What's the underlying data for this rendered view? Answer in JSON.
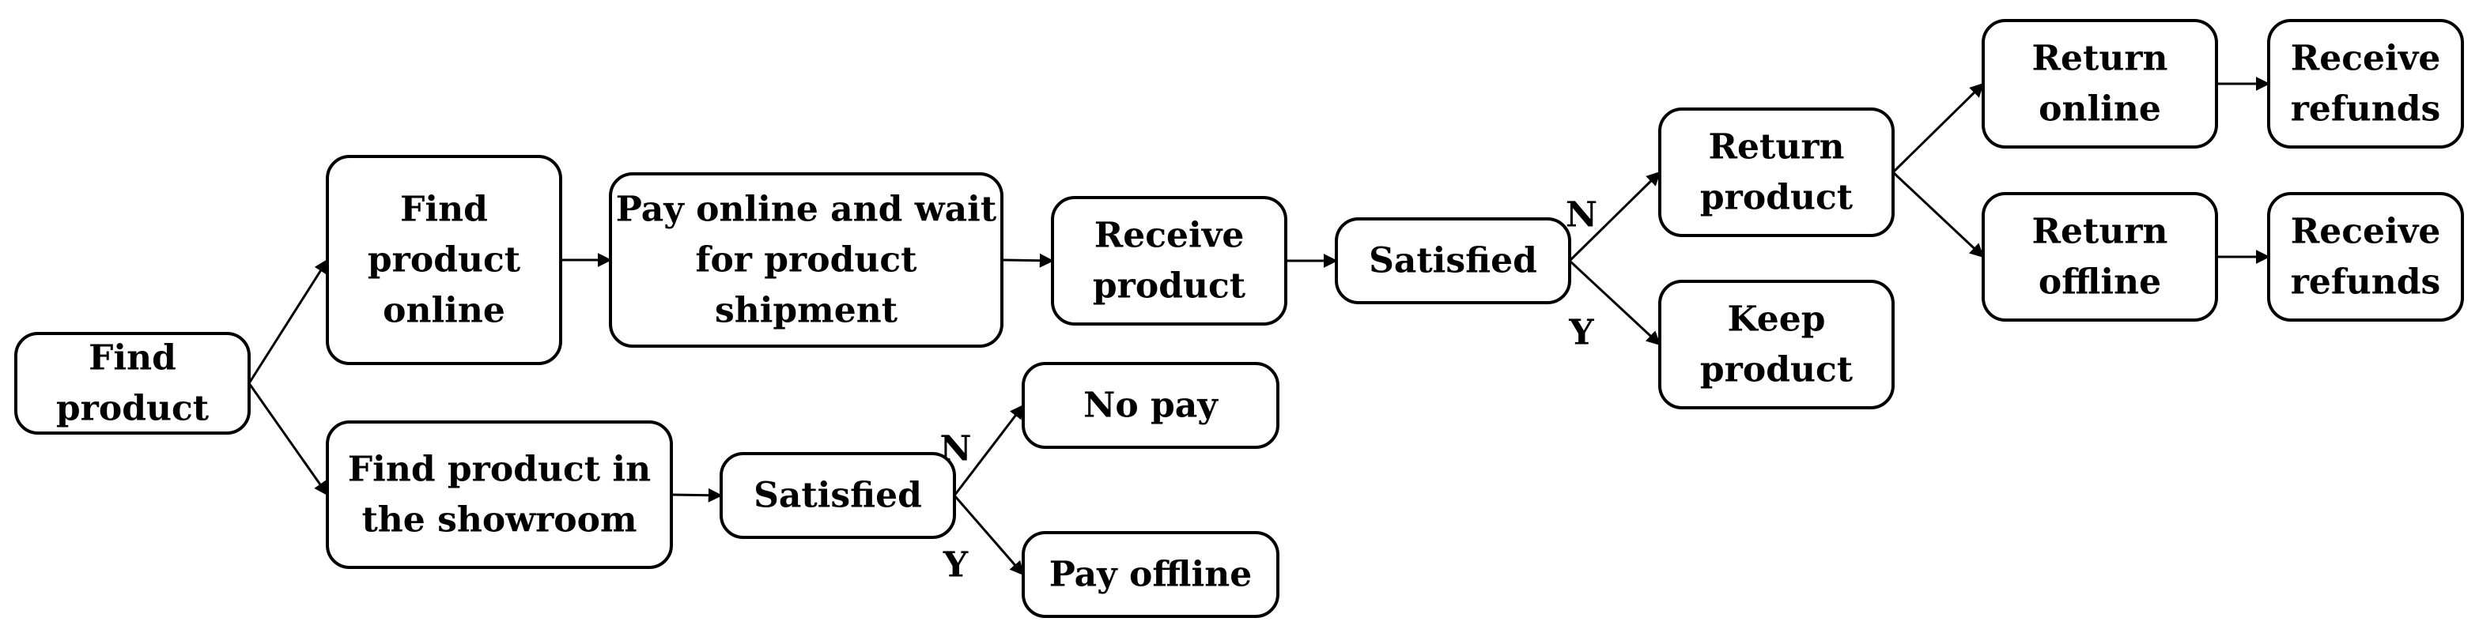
{
  "nodes": [
    {
      "id": "find-product",
      "lines": [
        "Find",
        "product"
      ]
    },
    {
      "id": "find-product-online",
      "lines": [
        "Find",
        "product",
        "online"
      ]
    },
    {
      "id": "pay-online-wait",
      "lines": [
        "Pay online and wait",
        "for product",
        "shipment"
      ]
    },
    {
      "id": "receive-product",
      "lines": [
        "Receive",
        "product"
      ]
    },
    {
      "id": "satisfied-online",
      "lines": [
        "Satisfied"
      ]
    },
    {
      "id": "return-product",
      "lines": [
        "Return",
        "product"
      ]
    },
    {
      "id": "keep-product",
      "lines": [
        "Keep",
        "product"
      ]
    },
    {
      "id": "return-online",
      "lines": [
        "Return",
        "online"
      ]
    },
    {
      "id": "return-offline",
      "lines": [
        "Return",
        "offline"
      ]
    },
    {
      "id": "receive-refunds-online",
      "lines": [
        "Receive",
        "refunds"
      ]
    },
    {
      "id": "receive-refunds-offline",
      "lines": [
        "Receive",
        "refunds"
      ]
    },
    {
      "id": "find-product-showroom",
      "lines": [
        "Find product in",
        "the showroom"
      ]
    },
    {
      "id": "satisfied-showroom",
      "lines": [
        "Satisfied"
      ]
    },
    {
      "id": "no-pay",
      "lines": [
        "No pay"
      ]
    },
    {
      "id": "pay-offline",
      "lines": [
        "Pay offline"
      ]
    }
  ],
  "edges": [
    {
      "from": "find-product",
      "to": "find-product-online",
      "label": ""
    },
    {
      "from": "find-product",
      "to": "find-product-showroom",
      "label": ""
    },
    {
      "from": "find-product-online",
      "to": "pay-online-wait",
      "label": ""
    },
    {
      "from": "pay-online-wait",
      "to": "receive-product",
      "label": ""
    },
    {
      "from": "receive-product",
      "to": "satisfied-online",
      "label": ""
    },
    {
      "from": "satisfied-online",
      "to": "return-product",
      "label": "N"
    },
    {
      "from": "satisfied-online",
      "to": "keep-product",
      "label": "Y"
    },
    {
      "from": "return-product",
      "to": "return-online",
      "label": ""
    },
    {
      "from": "return-product",
      "to": "return-offline",
      "label": ""
    },
    {
      "from": "return-online",
      "to": "receive-refunds-online",
      "label": ""
    },
    {
      "from": "return-offline",
      "to": "receive-refunds-offline",
      "label": ""
    },
    {
      "from": "find-product-showroom",
      "to": "satisfied-showroom",
      "label": ""
    },
    {
      "from": "satisfied-showroom",
      "to": "no-pay",
      "label": "N"
    },
    {
      "from": "satisfied-showroom",
      "to": "pay-offline",
      "label": "Y"
    }
  ]
}
